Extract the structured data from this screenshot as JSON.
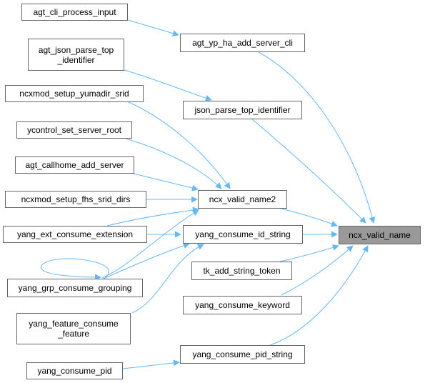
{
  "colors": {
    "edge": "#63b8ff",
    "node_border": "#666666",
    "target_fill": "#999999"
  },
  "nodes": {
    "agt_cli_process_input": "agt_cli_process_input",
    "agt_yp_ha_add_server_cli": "agt_yp_ha_add_server_cli",
    "agt_json_parse_top_identifier": "agt_json_parse_top\n_identifier",
    "ncxmod_setup_yumadir_srid": "ncxmod_setup_yumadir_srid",
    "json_parse_top_identifier": "json_parse_top_identifier",
    "ycontrol_set_server_root": "ycontrol_set_server_root",
    "agt_callhome_add_server": "agt_callhome_add_server",
    "ncxmod_setup_fhs_srid_dirs": "ncxmod_setup_fhs_srid_dirs",
    "ncx_valid_name2": "ncx_valid_name2",
    "yang_ext_consume_extension": "yang_ext_consume_extension",
    "yang_consume_id_string": "yang_consume_id_string",
    "ncx_valid_name": "ncx_valid_name",
    "tk_add_string_token": "tk_add_string_token",
    "yang_grp_consume_grouping": "yang_grp_consume_grouping",
    "yang_consume_keyword": "yang_consume_keyword",
    "yang_feature_consume_feature": "yang_feature_consume\n_feature",
    "yang_consume_pid_string": "yang_consume_pid_string",
    "yang_consume_pid": "yang_consume_pid"
  }
}
